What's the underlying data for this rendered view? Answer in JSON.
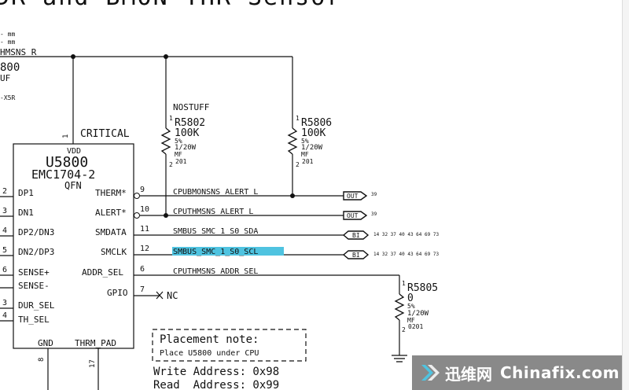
{
  "title_fragment": "DR and BMON THR Sensor",
  "left_notes": {
    "mm1": "- mm",
    "mm2": "- mm",
    "net": "HMSNS_R",
    "cap_ref": "800",
    "cap_val": "UF",
    "cap_type": "-X5R"
  },
  "ic": {
    "ref": "U5800",
    "part": "EMC1704-2",
    "pkg": "QFN",
    "vdd": "VDD",
    "gnd": "GND",
    "thrm_pad": "THRM_PAD",
    "critical": "CRITICAL",
    "vdd_pin": "1",
    "gnd_pin": "8",
    "thrm_pin": "17",
    "left_pins": [
      {
        "num": "2",
        "name": "DP1"
      },
      {
        "num": "3",
        "name": "DN1"
      },
      {
        "num": "4",
        "name": "DP2/DN3"
      },
      {
        "num": "5",
        "name": "DN2/DP3"
      },
      {
        "num": "6",
        "name": "SENSE+"
      },
      {
        "num": "",
        "name": "SENSE-"
      },
      {
        "num": "3",
        "name": "DUR_SEL"
      },
      {
        "num": "4",
        "name": "TH_SEL"
      }
    ],
    "right_pins": [
      {
        "num": "9",
        "name": "THERM*"
      },
      {
        "num": "10",
        "name": "ALERT*"
      },
      {
        "num": "11",
        "name": "SMDATA"
      },
      {
        "num": "12",
        "name": "SMCLK"
      },
      {
        "num": "6",
        "name": "ADDR_SEL"
      },
      {
        "num": "7",
        "name": "GPIO"
      }
    ]
  },
  "nets": [
    {
      "name": "CPUBMONSNS_ALERT_L",
      "tag": "OUT",
      "refs": "39"
    },
    {
      "name": "CPUTHMSNS_ALERT_L",
      "tag": "OUT",
      "refs": "39"
    },
    {
      "name": "SMBUS_SMC_1_S0_SDA",
      "tag": "BI",
      "refs": "14 32 37 40 43 64 69 73"
    },
    {
      "name": "SMBUS_SMC_1_S0_SCL",
      "tag": "BI",
      "refs": "14 32 37 40 43 64 69 73"
    },
    {
      "name": "CPUTHMSNS_ADDR_SEL",
      "tag": "",
      "refs": ""
    }
  ],
  "nc": "NC",
  "resistors": {
    "r5802": {
      "nostuff": "NOSTUFF",
      "ref": "R5802",
      "value": "100K",
      "tol": "5%",
      "power": "1/20W",
      "type": "MF",
      "pkg": "201",
      "p1": "1",
      "p2": "2"
    },
    "r5806": {
      "ref": "R5806",
      "value": "100K",
      "tol": "5%",
      "power": "1/20W",
      "type": "MF",
      "pkg": "201",
      "p1": "1",
      "p2": "2"
    },
    "r5805": {
      "ref": "R5805",
      "value": "0",
      "tol": "5%",
      "power": "1/20W",
      "type": "MF",
      "pkg": "0201",
      "p1": "1",
      "p2": "2"
    }
  },
  "placement": {
    "heading": "Placement note:",
    "text": "Place U5800 under CPU"
  },
  "addresses": {
    "write": "Write Address: 0x98",
    "read": "Read  Address: 0x99"
  },
  "watermark": {
    "cn": "迅维网",
    "en": "Chinafix.com",
    "logo": "chinafix-logo-icon"
  },
  "colors": {
    "highlight": "#4fc3e0",
    "line": "#111111"
  }
}
